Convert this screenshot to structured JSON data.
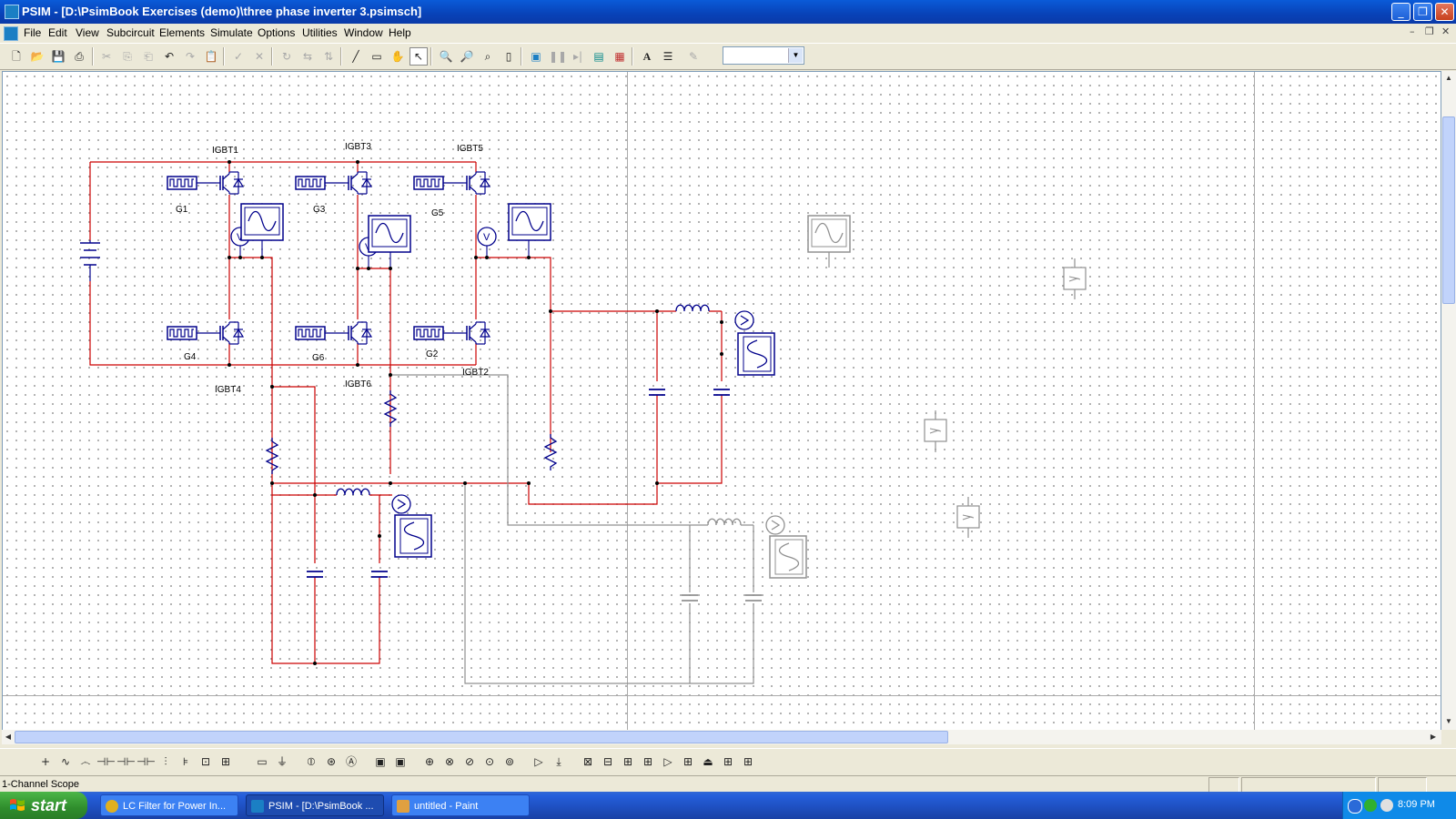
{
  "window": {
    "title": "PSIM - [D:\\PsimBook Exercises (demo)\\three phase inverter 3.psimsch]"
  },
  "menu": [
    "File",
    "Edit",
    "View",
    "Subcircuit",
    "Elements",
    "Simulate",
    "Options",
    "Utilities",
    "Window",
    "Help"
  ],
  "toolbar": {
    "icons": [
      "new-icon",
      "open-icon",
      "save-icon",
      "print-icon",
      "cut-icon",
      "copy-icon",
      "paste-icon",
      "undo-icon",
      "redo-icon",
      "clipboard-icon",
      "check-icon",
      "cross-icon",
      "rotate-icon",
      "flip-horizontal-icon",
      "flip-vertical-icon",
      "wire-icon",
      "label-icon",
      "pan-icon",
      "select-icon",
      "zoom-in-icon",
      "zoom-out-icon",
      "zoom-fit-icon",
      "page-icon",
      "run-simulation-icon",
      "pause-icon",
      "step-icon",
      "simview-icon",
      "run-simview-icon",
      "text-icon",
      "properties-icon",
      "pen-icon"
    ],
    "selector_value": ""
  },
  "schematic": {
    "labels": {
      "igbt1": "IGBT1",
      "igbt3": "IGBT3",
      "igbt5": "IGBT5",
      "igbt4": "IGBT4",
      "igbt6": "IGBT6",
      "igbt2": "IGBT2",
      "g1": "G1",
      "g3": "G3",
      "g5": "G5",
      "g4": "G4",
      "g6": "G6",
      "g2": "G2"
    },
    "colors": {
      "wire_active": "#cc0000",
      "wire_inactive": "#909090",
      "component": "#00008b",
      "inactive": "#909090"
    }
  },
  "elements_toolbar": [
    "ground-icon",
    "resistor-icon",
    "inductor-icon",
    "capacitor-icon",
    "rlc-icon",
    "diode-icon",
    "thyristor-icon",
    "igbt-icon",
    "mosfet-icon",
    "switch-icon",
    "transformer-icon",
    "dc-source-icon",
    "ac-source-icon",
    "current-source-icon",
    "voltmeter-icon",
    "ammeter-icon",
    "scope-icon",
    "probe-icon",
    "op-amp-icon",
    "gate-icon",
    "comparator-icon",
    "limiter-icon",
    "pi-controller-icon",
    "summer-icon",
    "multiplier-icon",
    "divider-icon",
    "abc-dqo-icon",
    "sampler-icon",
    "delay-icon",
    "filter-icon",
    "label-node-icon",
    "subcircuit-icon",
    "param-file-icon",
    "sim-control-icon"
  ],
  "status": {
    "text": "1-Channel Scope"
  },
  "taskbar": {
    "start": "start",
    "tasks": [
      {
        "label": "LC Filter for Power In...",
        "icon": "chrome-icon",
        "color": "#e0b020"
      },
      {
        "label": "PSIM - [D:\\PsimBook ...",
        "icon": "psim-icon",
        "color": "#1b7fc4"
      },
      {
        "label": "untitled - Paint",
        "icon": "paint-icon",
        "color": "#e0a040"
      }
    ],
    "clock": "8:09 PM"
  }
}
